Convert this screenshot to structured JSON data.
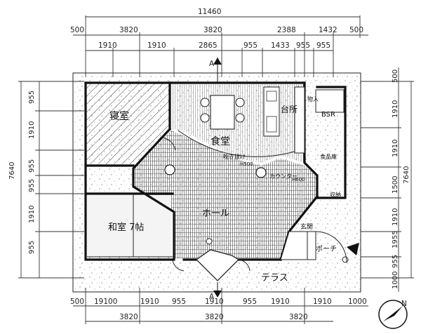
{
  "dimensions": {
    "overall_width": "11460",
    "top_row1": [
      "500",
      "3820",
      "3820",
      "2388",
      "1432",
      "500"
    ],
    "top_row2": [
      "1910",
      "1910",
      "2865",
      "955",
      "1433",
      "955",
      "955"
    ],
    "bottom_row1": [
      "500",
      "19100",
      "1910",
      "955",
      "1910",
      "955",
      "1910",
      "1910",
      "1000"
    ],
    "bottom_row2": [
      "3820",
      "3820",
      "3820"
    ],
    "left_overall": "7640",
    "left_col": [
      "955",
      "1910",
      "955",
      "955",
      "1910",
      "955"
    ],
    "right_overall": "7640",
    "right_col": [
      "500",
      "1910",
      "1910",
      "1500",
      "1910",
      "1955",
      "955",
      "1000"
    ]
  },
  "rooms": {
    "bedroom": "寝室",
    "dining": "食堂",
    "kitchen": "台所",
    "hall": "ホール",
    "washitsu": "和室 7帖",
    "terrace": "テラス",
    "bsr": "BSR",
    "porch": "ポーチ",
    "entrance": "玄関",
    "closet": "物入",
    "pantry": "食品庫",
    "shelf": "収納",
    "stair_note_upper": "吹き抜け",
    "h_upper": "H500",
    "counter_note": "カウンター",
    "h_lower": "H600"
  },
  "markers": {
    "section_top": "A",
    "section_bottom": "A",
    "compass": "N"
  }
}
